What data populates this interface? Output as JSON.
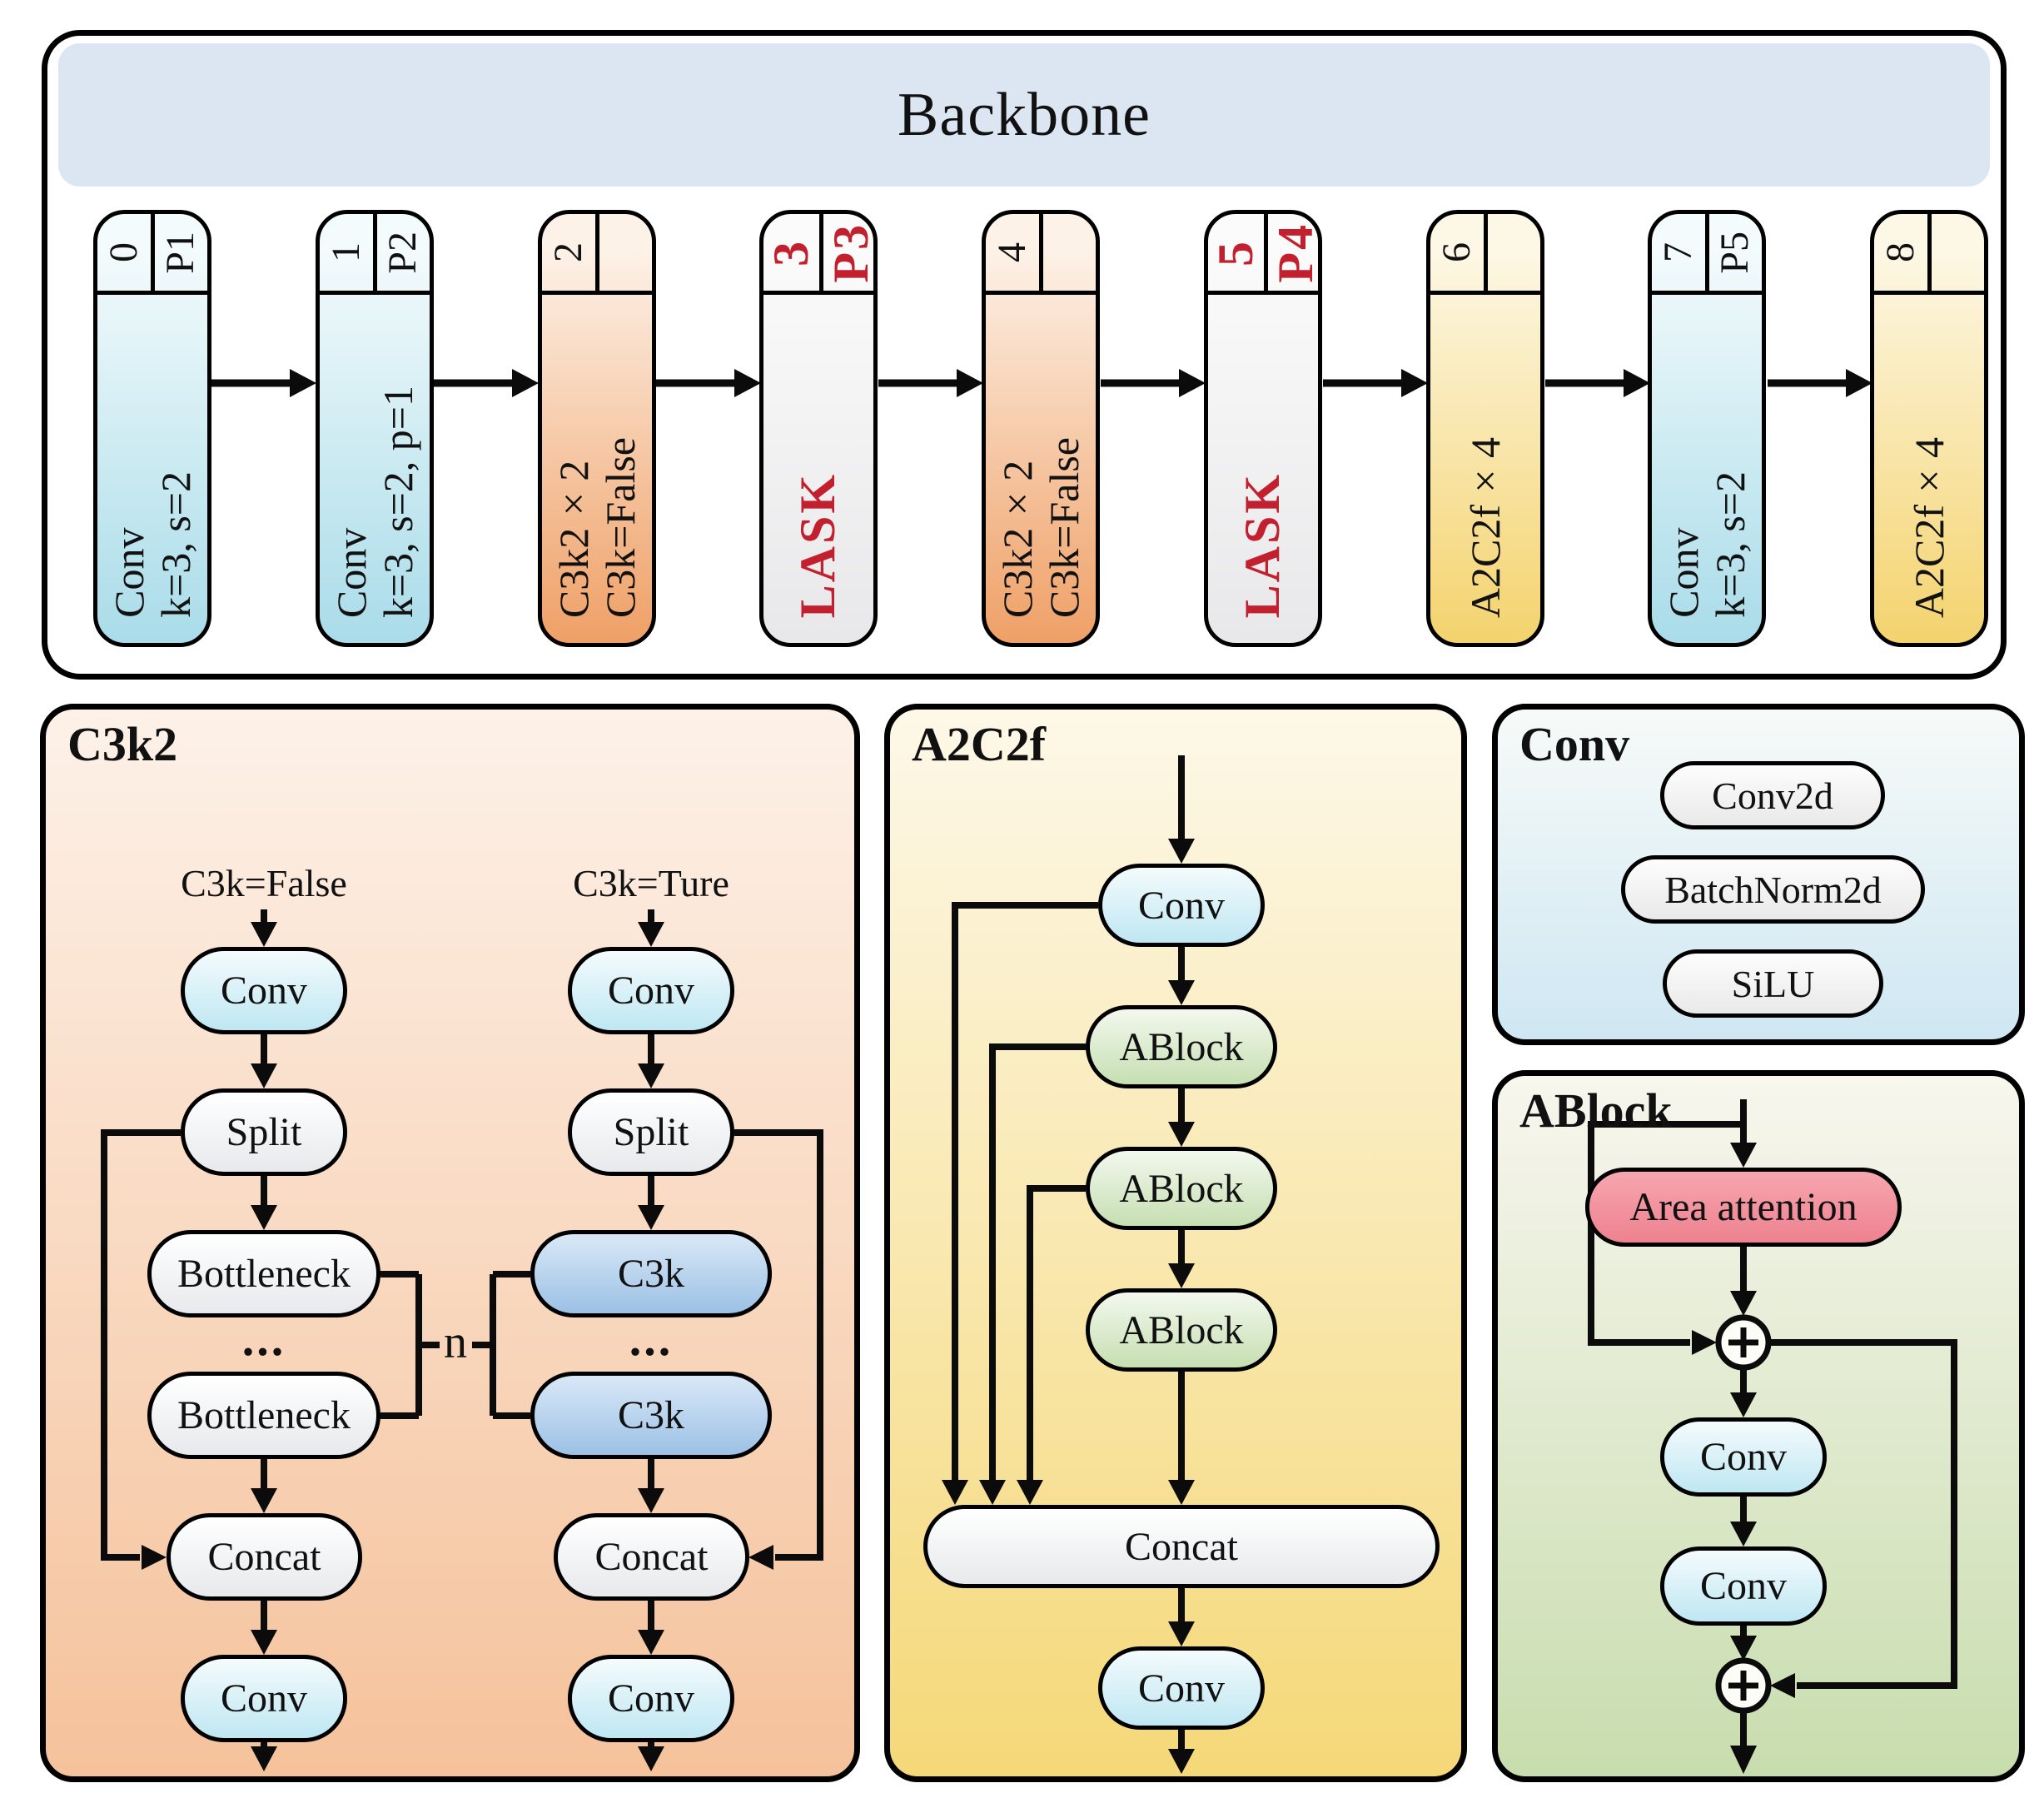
{
  "backbone": {
    "title": "Backbone",
    "blocks": [
      {
        "index": "0",
        "stage": "P1",
        "name": "Conv",
        "params": "k=3, s=2",
        "type": "conv"
      },
      {
        "index": "1",
        "stage": "P2",
        "name": "Conv",
        "params": "k=3, s=2, p=1",
        "type": "conv"
      },
      {
        "index": "2",
        "stage": "",
        "name": "C3k2×2",
        "params": "C3k=False",
        "type": "c3k2"
      },
      {
        "index": "3",
        "stage": "P3",
        "name": "LASK",
        "params": "",
        "type": "lask"
      },
      {
        "index": "4",
        "stage": "",
        "name": "C3k2×2",
        "params": "C3k=False",
        "type": "c3k2"
      },
      {
        "index": "5",
        "stage": "P4",
        "name": "LASK",
        "params": "",
        "type": "lask"
      },
      {
        "index": "6",
        "stage": "",
        "name": "A2C2f×4",
        "params": "",
        "type": "a2c2f"
      },
      {
        "index": "7",
        "stage": "P5",
        "name": "Conv",
        "params": "k=3, s=2",
        "type": "conv"
      },
      {
        "index": "8",
        "stage": "",
        "name": "A2C2f×4",
        "params": "",
        "type": "a2c2f"
      }
    ]
  },
  "panels": {
    "c3k2": {
      "title": "C3k2",
      "repeat_label": "n",
      "left_branch": {
        "label": "C3k=False",
        "nodes": [
          "Conv",
          "Split",
          "Bottleneck",
          "...",
          "Bottleneck",
          "Concat",
          "Conv"
        ]
      },
      "right_branch": {
        "label": "C3k=Ture",
        "nodes": [
          "Conv",
          "Split",
          "C3k",
          "...",
          "C3k",
          "Concat",
          "Conv"
        ]
      }
    },
    "a2c2f": {
      "title": "A2C2f",
      "nodes": [
        "Conv",
        "ABlock",
        "ABlock",
        "ABlock",
        "Concat",
        "Conv"
      ]
    },
    "conv": {
      "title": "Conv",
      "nodes": [
        "Conv2d",
        "BatchNorm2d",
        "SiLU"
      ]
    },
    "ablock": {
      "title": "ABlock",
      "nodes": [
        "Area attention",
        "Conv",
        "Conv"
      ]
    }
  },
  "colors": {
    "header_bg": "#dbe6f2",
    "lask_text": "#c2202e",
    "conv_top": "#f4fbfc",
    "conv_bottom": "#a9dce9",
    "c3k2_top": "#fdf2e8",
    "c3k2_bottom": "#efa066",
    "lask_top": "#fbfbfb",
    "lask_bottom": "#e8e8ea",
    "a2c2f_top": "#fdf8e6",
    "a2c2f_bottom": "#f4d36e",
    "panel_c3k2_top": "#fdf1e8",
    "panel_c3k2_bottom": "#f5c29b",
    "panel_a2c2f_top": "#fdf8e8",
    "panel_a2c2f_bottom": "#f5d878",
    "panel_conv_top": "#f7faf8",
    "panel_conv_bottom": "#cfe7f3",
    "panel_ablock_top": "#f8f6ee",
    "panel_ablock_bottom": "#c8ddae",
    "blue_top": "#f4fbfd",
    "blue_bottom": "#bfe7f2",
    "gray_top": "#ffffff",
    "gray_bottom": "#e7e9ec",
    "c3k_top": "#d9e8f7",
    "c3k_bottom": "#9cc1e5",
    "green_top": "#f3f8ee",
    "green_bottom": "#c6dfb2",
    "pink_top": "#f6a6af",
    "pink_bottom": "#ee8190",
    "node_gray_top": "#fdfdfd",
    "node_gray_bottom": "#e9e9e9"
  }
}
